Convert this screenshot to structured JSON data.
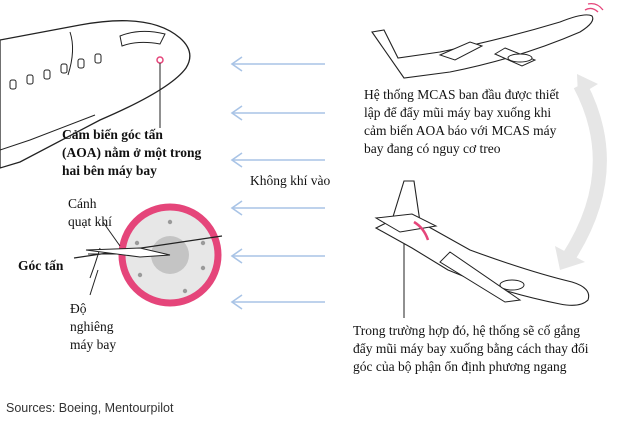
{
  "sensor_label": [
    "Cảm biến góc tấn",
    "(AOA) nằm ở một trong",
    "hai bên máy bay"
  ],
  "fan_label": [
    "Cánh",
    "quạt khí"
  ],
  "aoa_label": "Góc tấn",
  "pitch_label": [
    "Độ",
    "nghiêng",
    "máy bay"
  ],
  "airflow_label": "Không khí vào",
  "mcas_label": [
    "Hệ thống MCAS ban đầu được thiết",
    "lập để đẩy mũi máy bay xuống khi",
    "cảm biến AOA báo với MCAS máy",
    "bay đang có nguy cơ treo"
  ],
  "stabilizer_label": [
    "Trong trường hợp đó, hệ thống sẽ cố gắng",
    "đẩy mũi máy bay xuống bằng cách thay đổi",
    "góc của bộ phận ổn định phương ngang"
  ],
  "sources": "Sources: Boeing, Mentourpilot",
  "colors": {
    "arrow": "#a9c4e6",
    "ring": "#e5457a",
    "disk": "#e7e7e7",
    "hub": "#c4c4c4",
    "curved_arrow": "#e6e6e6",
    "alert": "#e5457a"
  }
}
